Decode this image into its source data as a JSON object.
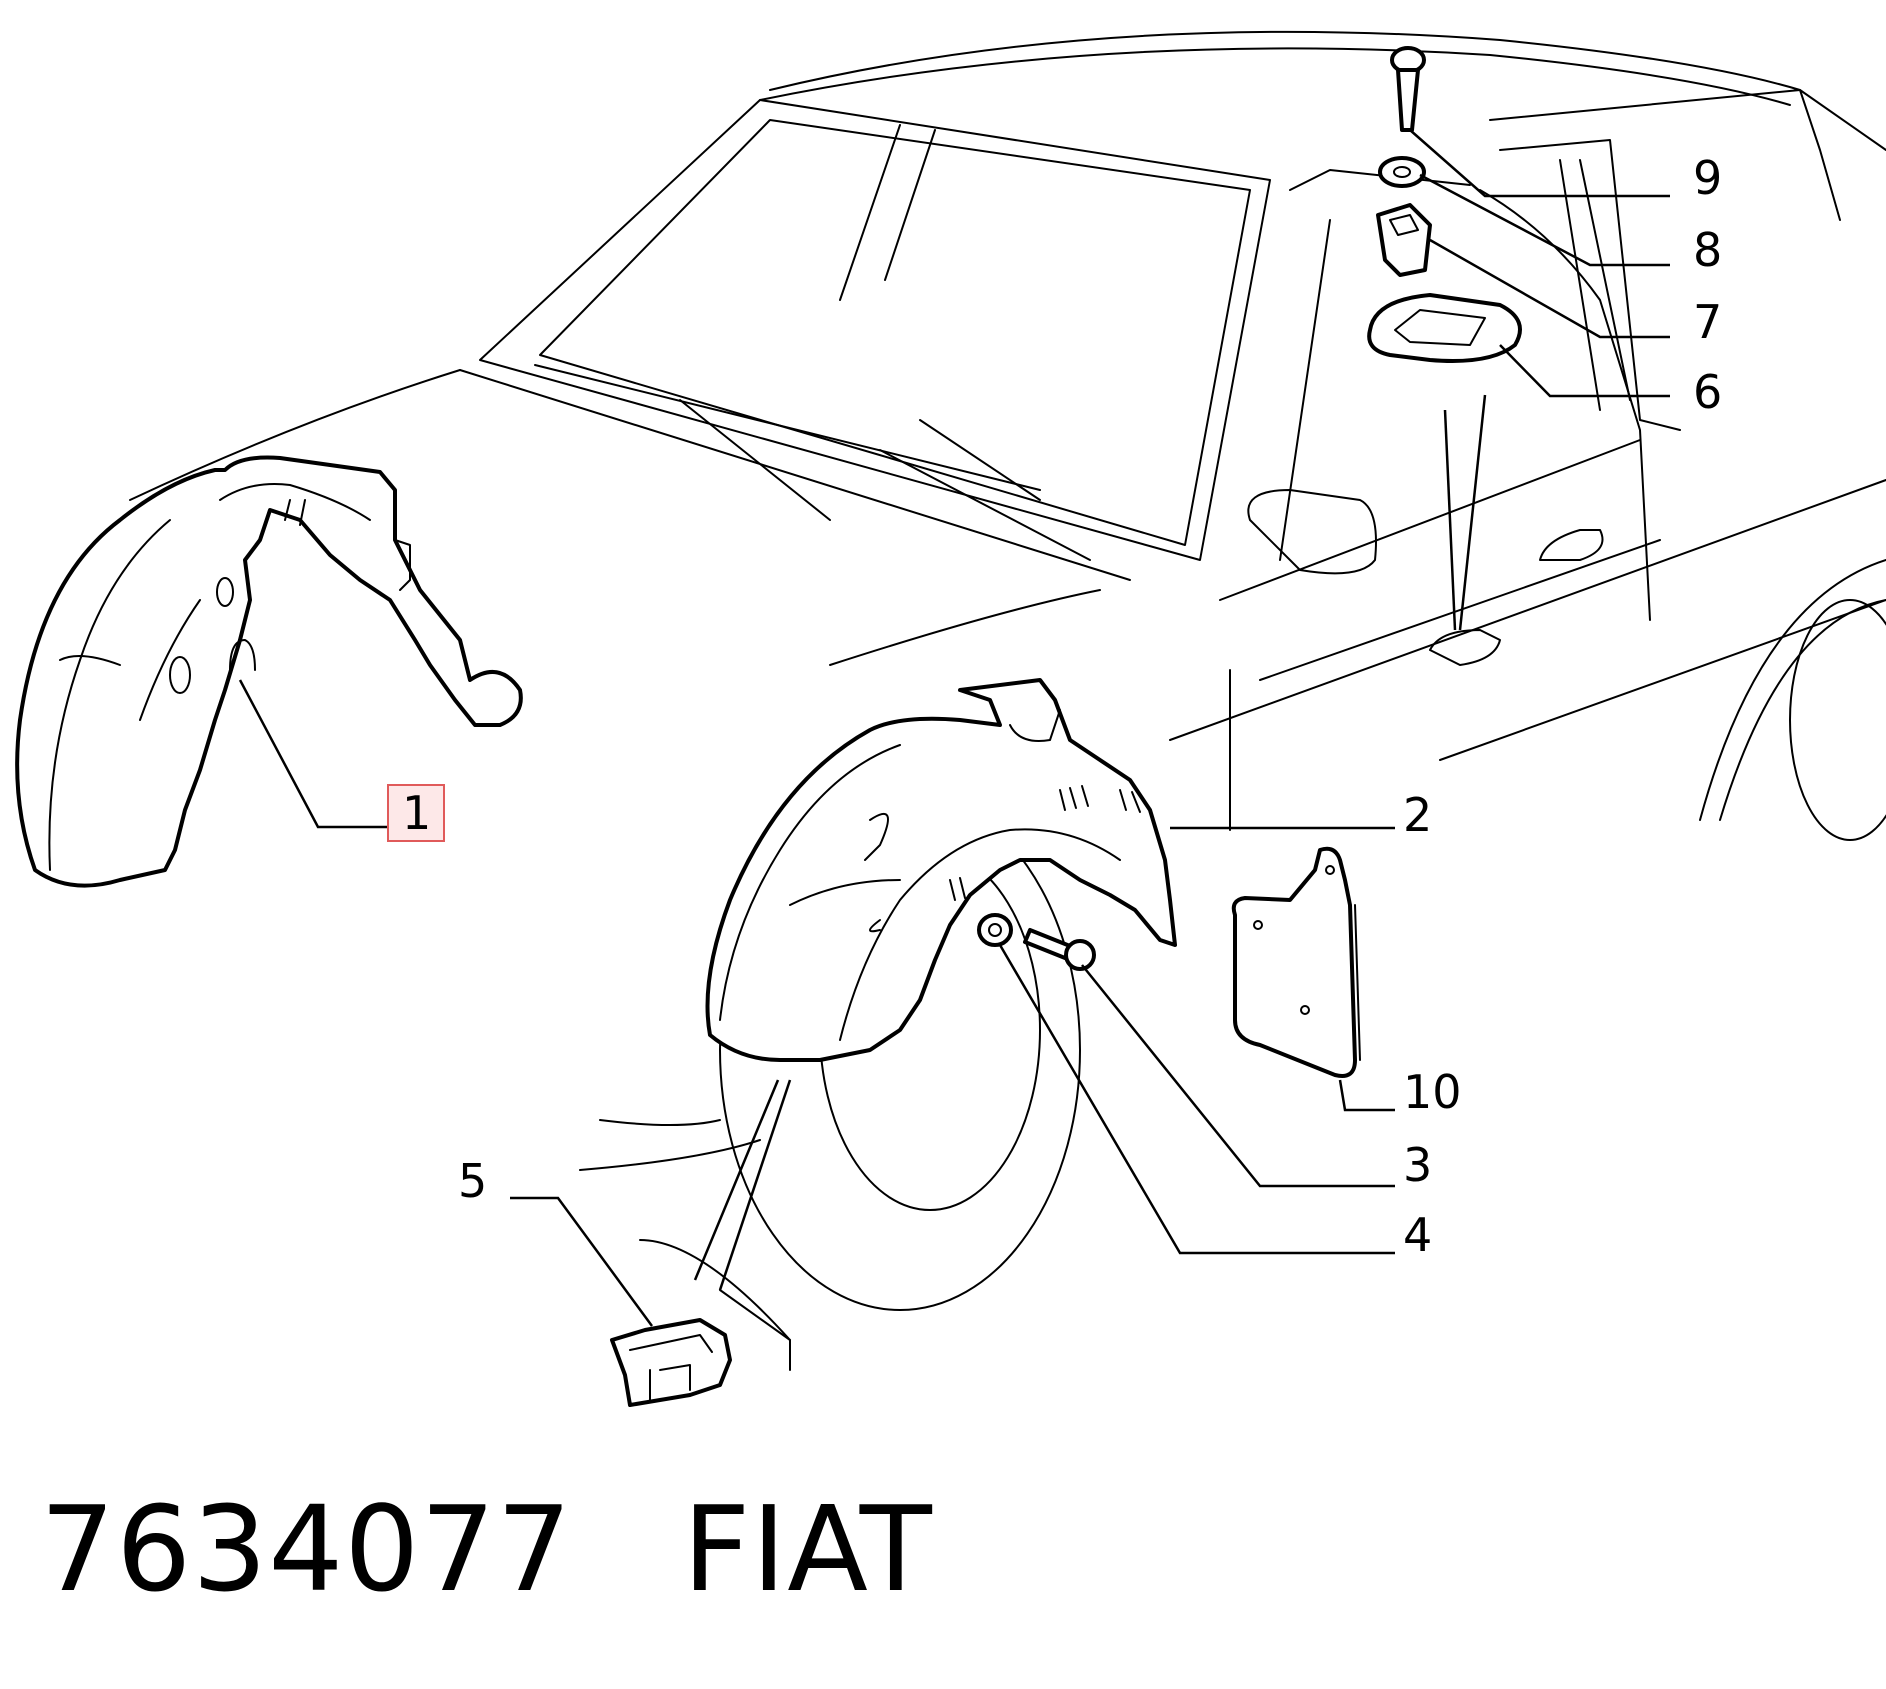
{
  "callouts": [
    {
      "id": "1",
      "label": "1"
    },
    {
      "id": "2",
      "label": "2"
    },
    {
      "id": "3",
      "label": "3"
    },
    {
      "id": "4",
      "label": "4"
    },
    {
      "id": "5",
      "label": "5"
    },
    {
      "id": "6",
      "label": "6"
    },
    {
      "id": "7",
      "label": "7"
    },
    {
      "id": "8",
      "label": "8"
    },
    {
      "id": "9",
      "label": "9"
    },
    {
      "id": "10",
      "label": "10"
    }
  ],
  "highlighted_callout": "1",
  "footer": {
    "part_number": "7634077",
    "brand": "FIAT"
  }
}
